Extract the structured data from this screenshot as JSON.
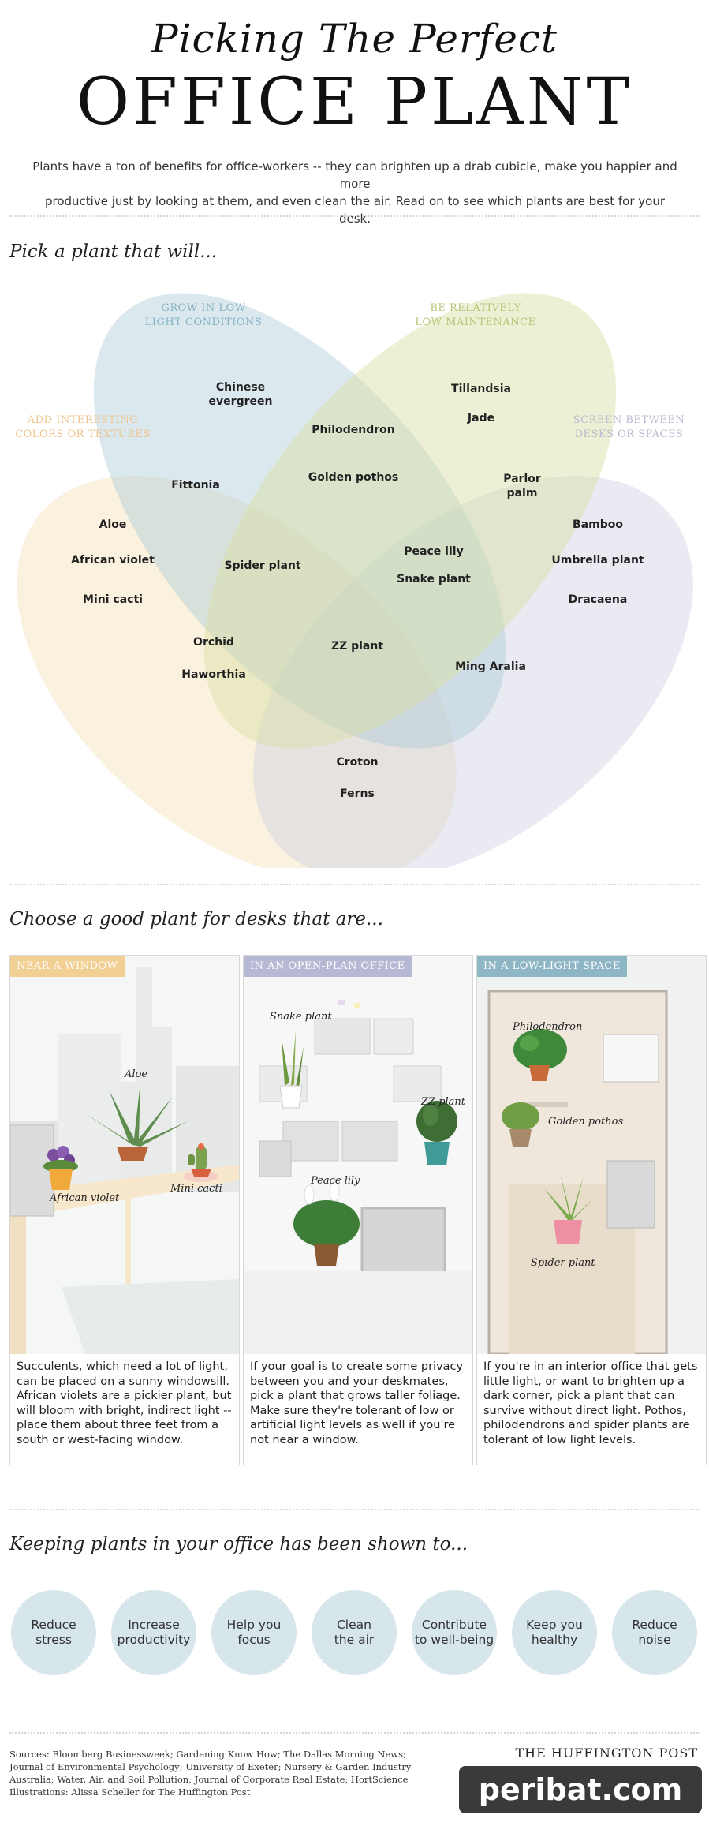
{
  "header": {
    "title_script": "Picking The Perfect",
    "title_main": "OFFICE PLANT",
    "intro_line1": "Plants have a ton of benefits for office-workers -- they can brighten up a drab cubicle, make you happier and more",
    "intro_line2": "productive just by looking at them, and even clean the air. Read on to see which plants are best for your desk."
  },
  "venn": {
    "heading": "Pick a plant that will...",
    "categories": {
      "low_light": {
        "line1": "GROW IN LOW",
        "line2": "LIGHT CONDITIONS",
        "color": "#86b3c4"
      },
      "low_maintenance": {
        "line1": "BE RELATIVELY",
        "line2": "LOW MAINTENANCE",
        "color": "#b8c377"
      },
      "colors": {
        "line1": "ADD INTERESTING",
        "line2": "COLORS OR TEXTURES",
        "color": "#eec48d"
      },
      "screen": {
        "line1": "SCREEN BETWEEN",
        "line2": "DESKS OR SPACES",
        "color": "#b9bcd2"
      }
    },
    "plants": {
      "chinese1": "Chinese",
      "chinese2": "evergreen",
      "tillandsia": "Tillandsia",
      "jade": "Jade",
      "philodendron": "Philodendron",
      "golden_pothos": "Golden pothos",
      "fittonia": "Fittonia",
      "parlor1": "Parlor",
      "parlor2": "palm",
      "aloe": "Aloe",
      "african_violet": "African violet",
      "mini_cacti": "Mini cacti",
      "spider_plant": "Spider plant",
      "peace_lily": "Peace lily",
      "snake_plant": "Snake plant",
      "bamboo": "Bamboo",
      "umbrella_plant": "Umbrella plant",
      "dracaena": "Dracaena",
      "orchid": "Orchid",
      "haworthia": "Haworthia",
      "zz_plant": "ZZ plant",
      "ming_aralia": "Ming Aralia",
      "croton": "Croton",
      "ferns": "Ferns"
    }
  },
  "desks": {
    "heading": "Choose a good plant for desks that are...",
    "panels": [
      {
        "tag": "NEAR A WINDOW",
        "tag_color": "#f2cf93",
        "labels": [
          "Aloe",
          "African violet",
          "Mini cacti"
        ],
        "text_lines": [
          "Succulents, which need a lot of light,",
          "can be placed on a sunny windowsill.",
          "African violets are a pickier plant, but",
          "will bloom with bright, indirect light --",
          "place them about three feet from a",
          "south or west-facing window."
        ]
      },
      {
        "tag": "IN AN OPEN-PLAN OFFICE",
        "tag_color": "#b7b8d3",
        "labels": [
          "Snake plant",
          "ZZ plant",
          "Peace lily"
        ],
        "text_lines": [
          "If your goal is to create some privacy",
          "between you and your deskmates,",
          "pick a plant that grows taller foliage.",
          "Make sure they're tolerant of low or",
          "artificial light levels as well if you're",
          "not near a window."
        ]
      },
      {
        "tag": "IN A LOW-LIGHT SPACE",
        "tag_color": "#8fb6c4",
        "labels": [
          "Philodendron",
          "Golden pothos",
          "Spider plant"
        ],
        "text_lines": [
          "If you're in an interior office that gets",
          "little light, or want to brighten up a",
          "dark corner, pick a plant that can",
          "survive without direct light. Pothos,",
          "philodendrons and spider plants are",
          "tolerant of low light levels."
        ]
      }
    ]
  },
  "benefits": {
    "heading": "Keeping plants in your office has been shown to...",
    "items": [
      {
        "l1": "Reduce",
        "l2": "stress"
      },
      {
        "l1": "Increase",
        "l2": "productivity"
      },
      {
        "l1": "Help you",
        "l2": "focus"
      },
      {
        "l1": "Clean",
        "l2": "the air"
      },
      {
        "l1": "Contribute",
        "l2": "to well-being"
      },
      {
        "l1": "Keep you",
        "l2": "healthy"
      },
      {
        "l1": "Reduce",
        "l2": "noise"
      }
    ]
  },
  "footer": {
    "sources_lines": [
      "Sources: Bloomberg Businessweek; Gardening Know How; The Dallas Morning News;",
      "Journal of Environmental Psychology; University of Exeter; Nursery & Garden Industry",
      "Australia; Water, Air, and Soil Pollution; Journal of Corporate Real Estate; HortScience",
      "Illustrations: Alissa Scheller for The Huffington Post"
    ],
    "brand": "THE HUFFINGTON POST",
    "watermark": "peribat.com"
  }
}
